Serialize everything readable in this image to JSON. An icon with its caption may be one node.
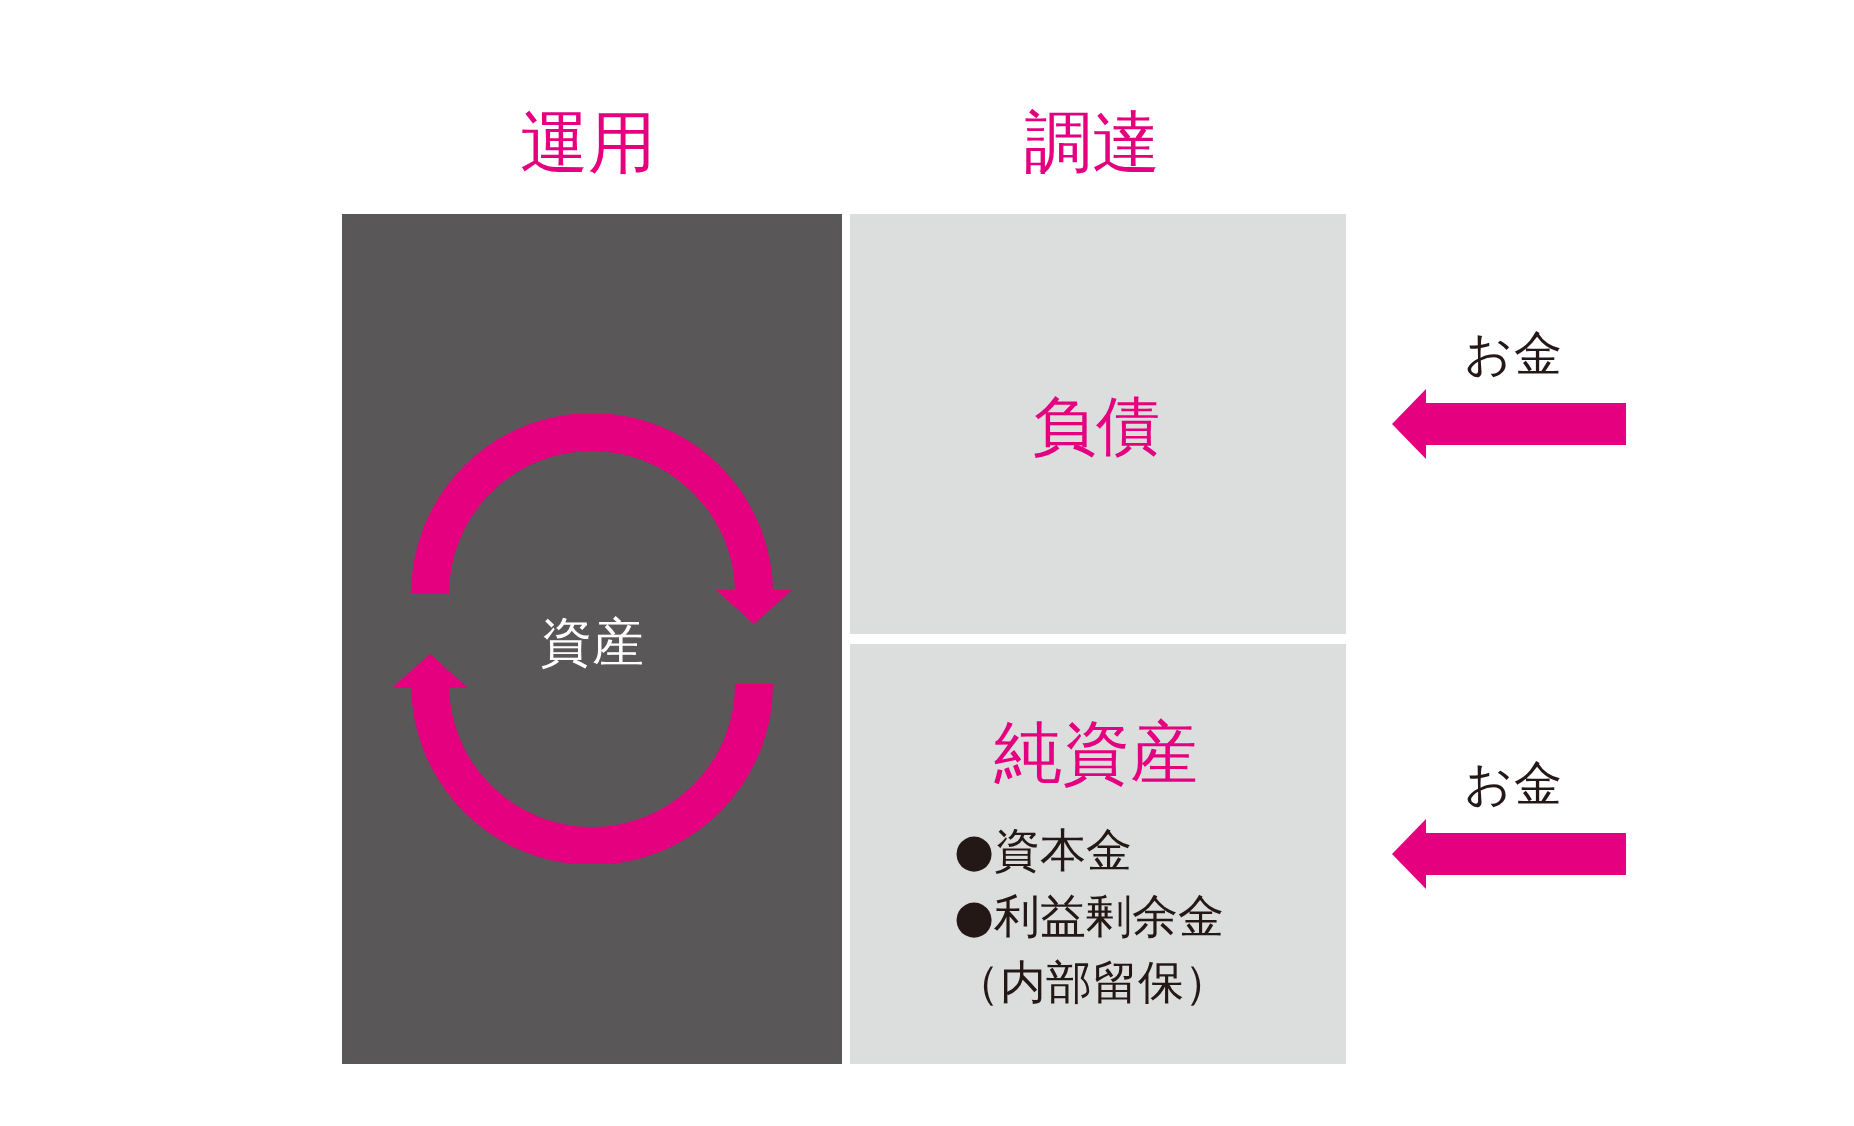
{
  "diagram": {
    "nodes": [
      {
        "text": [
          "資産"
        ]
      },
      {
        "text": [
          "負債"
        ]
      },
      {
        "text": [
          "純資産",
          "●資本金",
          "●利益剰余金（内部留保）"
        ]
      }
    ],
    "edges": [
      {
        "from": null,
        "to": 1,
        "arrow": "to",
        "label": "お金"
      },
      {
        "from": null,
        "to": 2,
        "arrow": "to",
        "label": "お金"
      }
    ],
    "labels": [
      "運用",
      "調達"
    ]
  }
}
